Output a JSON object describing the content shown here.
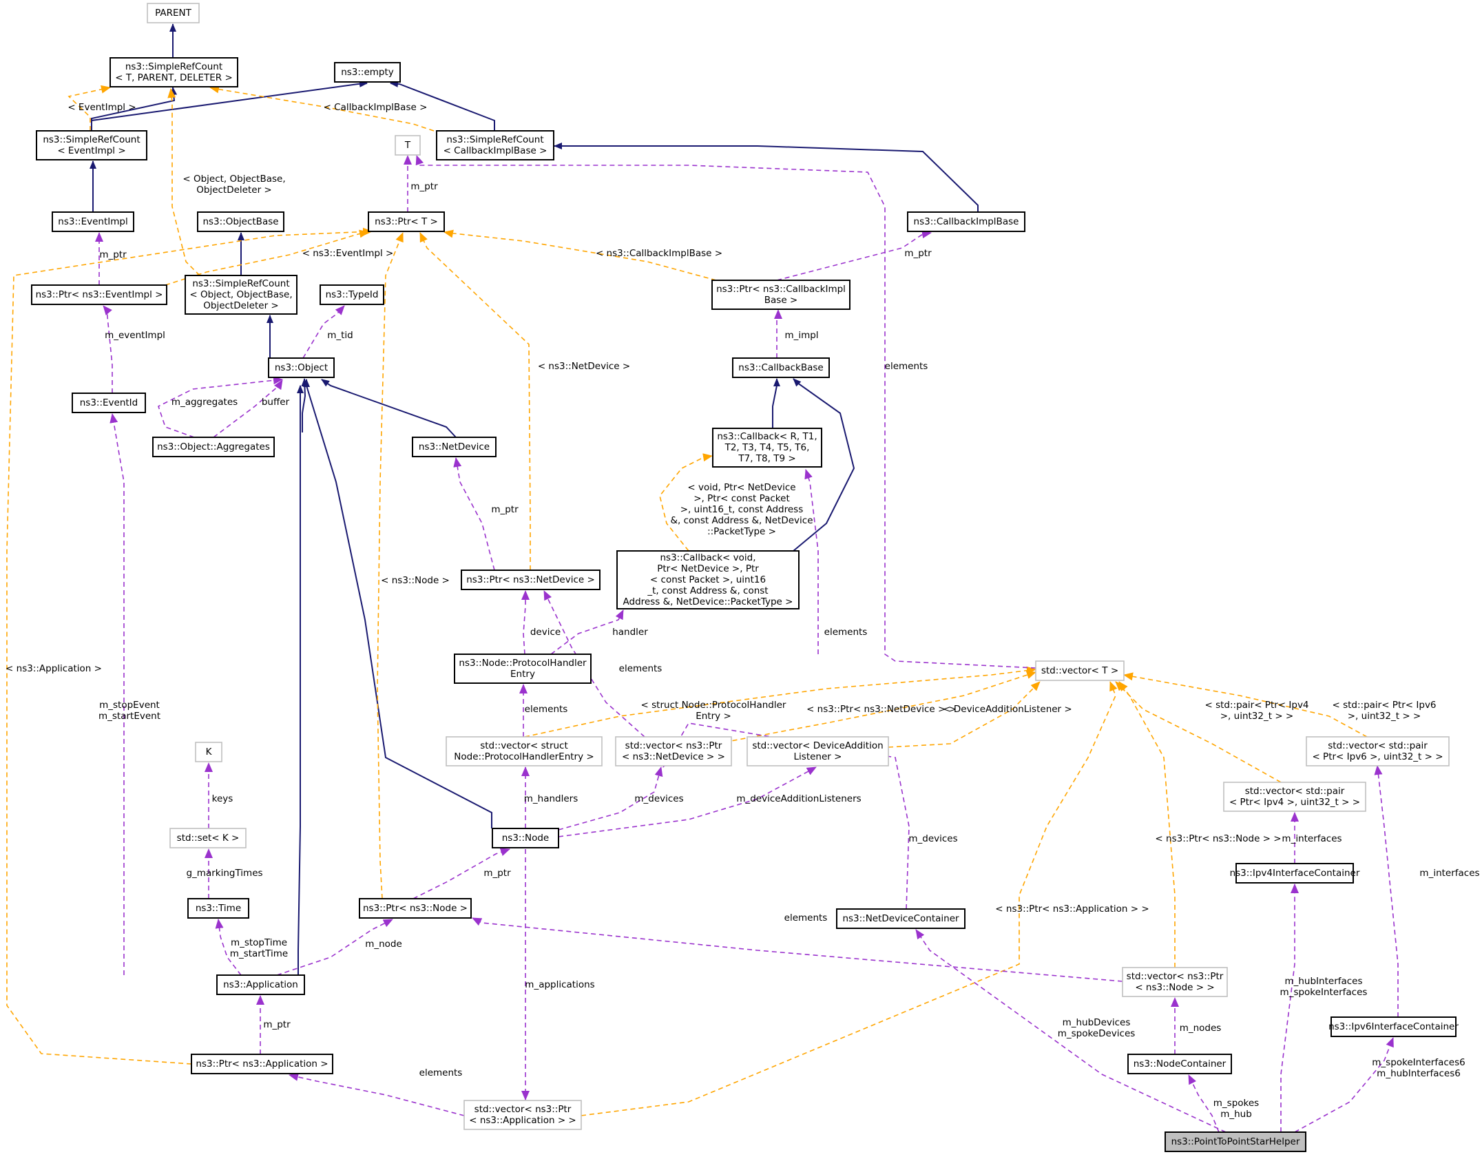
{
  "nodes": {
    "parent": [
      "PARENT"
    ],
    "simplerefcount_t": [
      "ns3::SimpleRefCount",
      "< T, PARENT, DELETER >"
    ],
    "empty": [
      "ns3::empty"
    ],
    "simplerefcount_eventimpl": [
      "ns3::SimpleRefCount",
      "< EventImpl >"
    ],
    "t": [
      "T"
    ],
    "simplerefcount_callbackimplbase": [
      "ns3::SimpleRefCount",
      "< CallbackImplBase >"
    ],
    "eventimpl": [
      "ns3::EventImpl"
    ],
    "objectbase": [
      "ns3::ObjectBase"
    ],
    "ptr_t": [
      "ns3::Ptr< T >"
    ],
    "callbackimplbase": [
      "ns3::CallbackImplBase"
    ],
    "ptr_eventimpl": [
      "ns3::Ptr< ns3::EventImpl >"
    ],
    "simplerefcount_object": [
      "ns3::SimpleRefCount",
      "< Object, ObjectBase,",
      "ObjectDeleter >"
    ],
    "typeid": [
      "ns3::TypeId"
    ],
    "ptr_callbackimplbase": [
      "ns3::Ptr< ns3::CallbackImpl",
      "Base >"
    ],
    "object": [
      "ns3::Object"
    ],
    "callbackbase": [
      "ns3::CallbackBase"
    ],
    "eventid": [
      "ns3::EventId"
    ],
    "aggregates": [
      "ns3::Object::Aggregates"
    ],
    "netdevice": [
      "ns3::NetDevice"
    ],
    "callback_generic": [
      "ns3::Callback< R, T1,",
      "T2, T3, T4, T5, T6,",
      "T7, T8, T9 >"
    ],
    "ptr_netdevice": [
      "ns3::Ptr< ns3::NetDevice >"
    ],
    "callback_void": [
      "ns3::Callback< void,",
      "Ptr< NetDevice >, Ptr",
      "< const Packet >, uint16",
      "_t, const Address &, const",
      "Address &, NetDevice::PacketType >"
    ],
    "protocolhandlerentry": [
      "ns3::Node::ProtocolHandler",
      "Entry"
    ],
    "vector_t": [
      "std::vector< T >"
    ],
    "k": [
      "K"
    ],
    "vector_phe": [
      "std::vector< struct",
      "Node::ProtocolHandlerEntry >"
    ],
    "vector_ptr_netdevice": [
      "std::vector< ns3::Ptr",
      "< ns3::NetDevice > >"
    ],
    "vector_dal": [
      "std::vector< DeviceAddition",
      "Listener >"
    ],
    "vector_pair6": [
      "std::vector< std::pair",
      "< Ptr< Ipv6 >, uint32_t > >"
    ],
    "vector_pair4": [
      "std::vector< std::pair",
      "< Ptr< Ipv4 >, uint32_t > >"
    ],
    "set_k": [
      "std::set< K >"
    ],
    "node": [
      "ns3::Node"
    ],
    "ipv4ic": [
      "ns3::Ipv4InterfaceContainer"
    ],
    "time": [
      "ns3::Time"
    ],
    "ptr_node": [
      "ns3::Ptr< ns3::Node >"
    ],
    "netdevicecontainer": [
      "ns3::NetDeviceContainer"
    ],
    "application": [
      "ns3::Application"
    ],
    "vector_ptr_node": [
      "std::vector< ns3::Ptr",
      "< ns3::Node > >"
    ],
    "ipv6ic": [
      "ns3::Ipv6InterfaceContainer"
    ],
    "ptr_application": [
      "ns3::Ptr< ns3::Application >"
    ],
    "nodecontainer": [
      "ns3::NodeContainer"
    ],
    "vector_ptr_application": [
      "std::vector< ns3::Ptr",
      "< ns3::Application > >"
    ],
    "helper": [
      "ns3::PointToPointStarHelper"
    ]
  },
  "edge_labels": {
    "eventimpl_tmpl": [
      "< EventImpl >"
    ],
    "callbackimplbase_tmpl": [
      "< CallbackImplBase >"
    ],
    "object_tmpl": [
      "< Object, ObjectBase,",
      "ObjectDeleter >"
    ],
    "ptr_t_mptr": [
      "m_ptr"
    ],
    "ptr_eventimpl_mptr": [
      "m_ptr"
    ],
    "eventimpl_ptr_tmpl": [
      "< ns3::EventImpl >"
    ],
    "callbackimplbase_ptr_tmpl": [
      "< ns3::CallbackImplBase >"
    ],
    "ptr_cib_mptr": [
      "m_ptr"
    ],
    "typeid_mtid": [
      "m_tid"
    ],
    "mimpl": [
      "m_impl"
    ],
    "meventimpl": [
      "m_eventImpl"
    ],
    "maggregates": [
      "m_aggregates"
    ],
    "buffer": [
      "buffer"
    ],
    "netdevice_ptr_tmpl": [
      "< ns3::NetDevice >"
    ],
    "vector_t_elements": [
      "elements"
    ],
    "callback_tmpl": [
      "< void, Ptr< NetDevice",
      ">, Ptr< const Packet",
      ">, uint16_t, const Address",
      "&, const Address &, NetDevice",
      "::PacketType >"
    ],
    "ptr_netdevice_mptr": [
      "m_ptr"
    ],
    "node_ptr_tmpl": [
      "< ns3::Node >"
    ],
    "application_ptr_tmpl": [
      "< ns3::Application >"
    ],
    "device": [
      "device"
    ],
    "handler": [
      "handler"
    ],
    "vpn_elements": [
      "elements"
    ],
    "dal_elements": [
      "elements"
    ],
    "mstopevent": [
      "m_stopEvent",
      "m_startEvent"
    ],
    "phe_elements": [
      "elements"
    ],
    "phe_tmpl": [
      "< struct Node::ProtocolHandler",
      "Entry >"
    ],
    "vpn_tmpl": [
      "< ns3::Ptr< ns3::NetDevice > >"
    ],
    "dal_tmpl": [
      "< DeviceAdditionListener >"
    ],
    "pair4_tmpl": [
      "< std::pair< Ptr< Ipv4",
      ">, uint32_t > >"
    ],
    "pair6_tmpl": [
      "< std::pair< Ptr< Ipv6",
      ">, uint32_t > >"
    ],
    "keys": [
      "keys"
    ],
    "mhandlers": [
      "m_handlers"
    ],
    "mdevices_node": [
      "m_devices"
    ],
    "mdal": [
      "m_deviceAdditionListeners"
    ],
    "mdevices_ndc": [
      "m_devices"
    ],
    "gmarkingtimes": [
      "g_markingTimes"
    ],
    "minterfaces4": [
      "m_interfaces"
    ],
    "minterfaces6": [
      "m_interfaces"
    ],
    "ptr_node_mptr": [
      "m_ptr"
    ],
    "vpnode_tmpl": [
      "< ns3::Ptr< ns3::Node > >"
    ],
    "vpapp_tmpl": [
      "< ns3::Ptr< ns3::Application > >"
    ],
    "node_elements": [
      "elements"
    ],
    "mstoptime": [
      "m_stopTime",
      "m_startTime"
    ],
    "mnode": [
      "m_node"
    ],
    "mapplications": [
      "m_applications"
    ],
    "hubinterfaces": [
      "m_hubInterfaces",
      "m_spokeInterfaces"
    ],
    "hubdevices": [
      "m_hubDevices",
      "m_spokeDevices"
    ],
    "mnodes": [
      "m_nodes"
    ],
    "ptr_app_mptr": [
      "m_ptr"
    ],
    "spokeinterfaces6": [
      "m_spokeInterfaces6",
      "m_hubInterfaces6"
    ],
    "app_elements": [
      "elements"
    ],
    "mspokes": [
      "m_spokes",
      "m_hub"
    ]
  },
  "legend_colors": {
    "inheritance": "#191970",
    "usage": "#9a32cd",
    "template_instance": "#ffa500",
    "highlight_fill": "#bfbfbf"
  }
}
